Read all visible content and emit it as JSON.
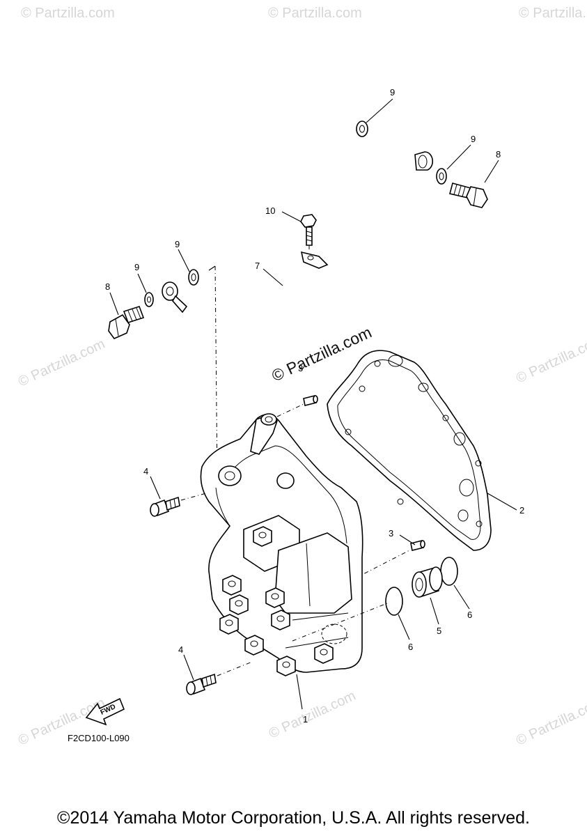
{
  "diagram": {
    "code": "F2CD100-L090",
    "fwd_label": "FWD",
    "watermark_main": "© Partzilla.com",
    "watermark_faint": "© Partzilla.com",
    "callouts": {
      "c1": "1",
      "c2": "2",
      "c3a": "3",
      "c3b": "3",
      "c4a": "4",
      "c4b": "4",
      "c5": "5",
      "c6a": "6",
      "c6b": "6",
      "c7": "7",
      "c8a": "8",
      "c8b": "8",
      "c9a": "9",
      "c9b": "9",
      "c9c": "9",
      "c9d": "9",
      "c10": "10"
    }
  },
  "copyright": "©2014 Yamaha Motor Corporation, U.S.A. All rights reserved."
}
